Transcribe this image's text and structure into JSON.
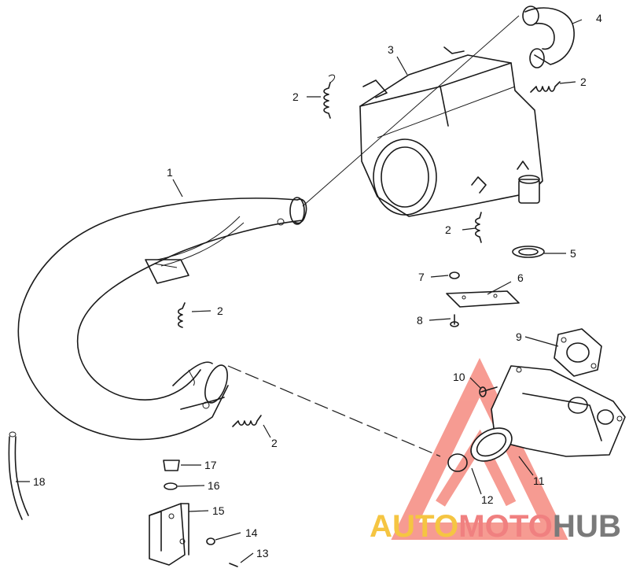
{
  "callouts": {
    "c1": "1",
    "c2a": "2",
    "c2b": "2",
    "c2c": "2",
    "c2d": "2",
    "c2e": "2",
    "c3": "3",
    "c4": "4",
    "c5": "5",
    "c6": "6",
    "c7": "7",
    "c8": "8",
    "c9": "9",
    "c10": "10",
    "c11": "11",
    "c12": "12",
    "c13": "13",
    "c14": "14",
    "c15": "15",
    "c16": "16",
    "c17": "17",
    "c18": "18"
  },
  "watermark": {
    "part1": "AUTO",
    "part2": "MOTO",
    "part3": "HUB",
    "color1": "#F5C542",
    "color2": "#F08080",
    "color3": "#7A7A7A",
    "triangle_color": "#F04A3A"
  }
}
